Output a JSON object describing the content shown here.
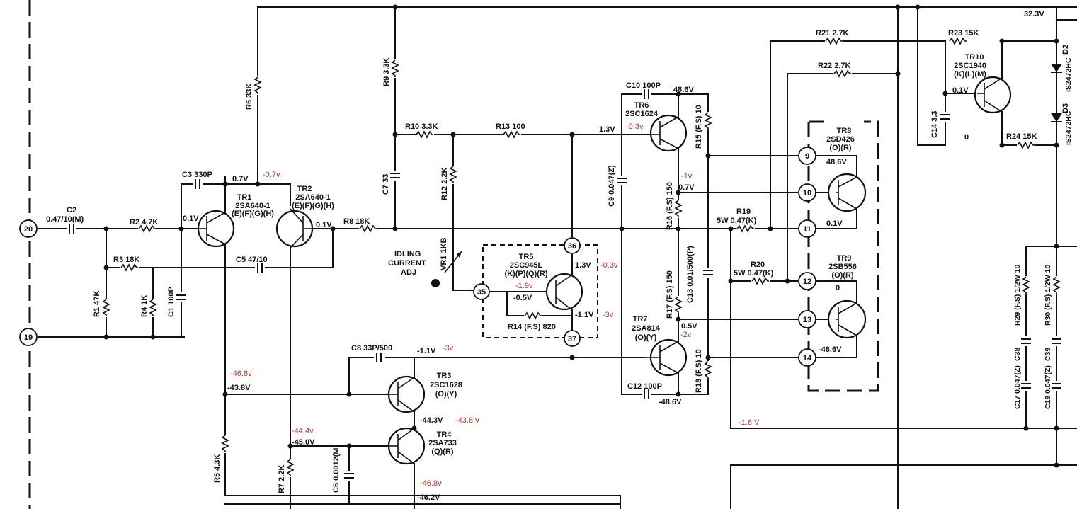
{
  "terminals": [
    "20",
    "19",
    "9",
    "10",
    "11",
    "12",
    "13",
    "14",
    "35",
    "36",
    "37"
  ],
  "resistors": {
    "R1": "R1 47K",
    "R2": "R2 4.7K",
    "R3": "R3 18K",
    "R4": "R4 1K",
    "R5": "R5 4.3K",
    "R6": "R6 33K",
    "R7": "R7 2.2K",
    "R8": "R8 18K",
    "R9": "R9 3.3K",
    "R10": "R10 3.3K",
    "R12": "R12 2.2K",
    "R13": "R13 100",
    "R14": "R14 (F.S) 820",
    "R15": "R15 (F.S) 10",
    "R16": "R16 (F.S) 150",
    "R17": "R17 (F.S) 150",
    "R18": "R18 (F.S) 10",
    "R19": "R19",
    "R19v": "5W  0.47(K)",
    "R20": "R20",
    "R20v": "5W  0.47(K)",
    "R21": "R21  2.7K",
    "R22": "R22  2.7K",
    "R23": "R23  15K",
    "R24": "R24  15K",
    "R29": "R29 (F.S) 1/2W 10",
    "R30": "R30 (F.S) 1/2W 10",
    "VR1": "VR1 1KB"
  },
  "capacitors": {
    "C1": "C1 100P",
    "C2": "C2",
    "C2v": "0.47/10(M)",
    "C3": "C3  330P",
    "C5": "C5  47/10",
    "C6": "C6 0.0012(M)",
    "C7": "C7  33",
    "C8": "C8 33P/500",
    "C9": "C9  0.047(Z)",
    "C10": "C10  100P",
    "C12": "C12  100P",
    "C13": "C13 0.01/500(P)",
    "C14": "C14  3.3",
    "C17": "C17 0.047(Z)",
    "C19": "C19 0.047(Z)",
    "C38": "C38",
    "C39": "C39"
  },
  "transistors": {
    "TR1": {
      "name": "TR1",
      "part": "2SA640-1",
      "grade": "(E)(F)(G)(H)"
    },
    "TR2": {
      "name": "TR2",
      "part": "2SA640-1",
      "grade": "(E)(F)(G)(H)"
    },
    "TR3": {
      "name": "TR3",
      "part": "2SC1628",
      "grade": "(O)(Y)"
    },
    "TR4": {
      "name": "TR4",
      "part": "2SA733",
      "grade": "(Q)(R)"
    },
    "TR5": {
      "name": "TR5",
      "part": "2SC945L",
      "grade": "(K)(P)(Q)(R)"
    },
    "TR6": {
      "name": "TR6",
      "part": "2SC1624",
      "grade": ""
    },
    "TR7": {
      "name": "TR7",
      "part": "2SA814",
      "grade": "(O)(Y)"
    },
    "TR8": {
      "name": "TR8",
      "part": "2SD426",
      "grade": "(O)(R)"
    },
    "TR9": {
      "name": "TR9",
      "part": "2SB556",
      "grade": "(O)(R)"
    },
    "TR10": {
      "name": "TR10",
      "part": "2SC1940",
      "grade": "(K)(L)(M)"
    }
  },
  "diodes": {
    "D2": "D2",
    "D2p": "IS2472HC",
    "D3": "D3",
    "D3p": "IS2472HC"
  },
  "idle_label": [
    "IDLING",
    "CURRENT",
    "ADJ"
  ],
  "voltages": {
    "v01a": "0.1V",
    "v07": "0.7V",
    "v01b": "0.1V",
    "v13": "1.3V",
    "v486a": "48.6V",
    "v07b": "0.7V",
    "v01c": "0.1V",
    "v0a": "0",
    "v0b": "0",
    "v05a": "-0.5V",
    "v13b": "1.3V",
    "v11a": "-1.1V",
    "v11b": "-1.1V",
    "v05b": "0.5V",
    "v486b": "48.6V",
    "v486c": "-48.6V",
    "v486d": "-48.6V",
    "v438": "-43.8V",
    "v443": "-44.3V",
    "v450": "-45.0V",
    "v462": "-46.2V",
    "v323": "32.3V",
    "v01d": "0.1V"
  },
  "annotations": {
    "a1": "-0.7v",
    "a2": "-0.3v",
    "a3": "-1v",
    "a4": "-0.3v",
    "a5": "-1.9v",
    "a6": "-3v",
    "a7": "-3v",
    "a8": "-2v",
    "a9": "-46.8v",
    "a10": "-43.8 v",
    "a11": "-44.4v",
    "a12": "-46.8v",
    "a13": "-1.6 V"
  }
}
